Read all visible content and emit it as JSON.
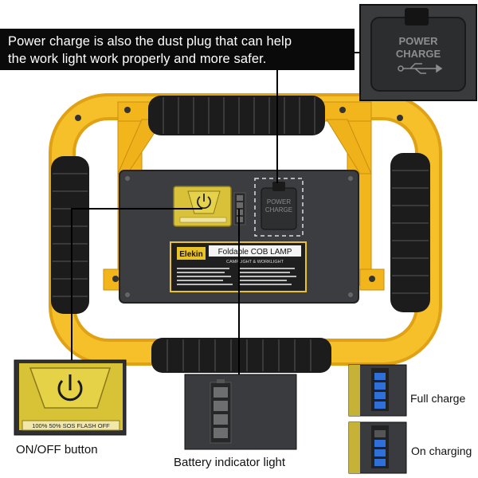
{
  "callout": {
    "line1": "Power charge is also the dust plug that can help",
    "line2": "the work light work properly and more safer."
  },
  "plug_label": {
    "line1": "POWER",
    "line2": "CHARGE"
  },
  "brand": "Elekin",
  "product_name": "Foldable COB LAMP",
  "product_sub": "CAMPLIGHT & WORKLIGHT",
  "button_modes": "100% 50% SOS FLASH OFF",
  "captions": {
    "onoff": "ON/OFF button",
    "battery": "Battery indicator light",
    "full": "Full charge",
    "charging": "On charging"
  },
  "battery_indicator": {
    "full_charge_bars_lit": 4,
    "on_charging_bars_lit": 3,
    "total_bars": 4
  },
  "colors": {
    "frame_yellow": "#f2b51c",
    "grip_black": "#1c1c1c",
    "panel_gray": "#3b3d40",
    "button_yellow": "#d9c23a",
    "indicator_blue": "#2f6fd8",
    "callout_bg": "#0a0a0a"
  },
  "icons": [
    "power-icon",
    "usb-icon"
  ]
}
